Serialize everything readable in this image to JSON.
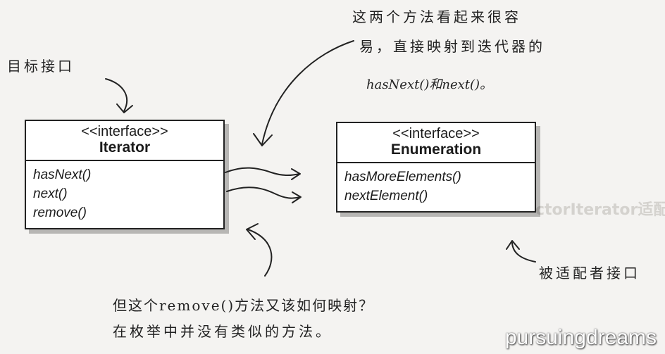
{
  "labels": {
    "target_interface": "目标接口",
    "adaptee_interface": "被适配者接口",
    "top_note_line1": "这两个方法看起来很容",
    "top_note_line2": "易，直接映射到迭代器的",
    "top_note_line3": "hasNext()和next()。",
    "bottom_note_line1": "但这个remove()方法又该如何映射？",
    "bottom_note_line2": "在枚举中并没有类似的方法。"
  },
  "iterator": {
    "stereotype": "<<interface>>",
    "name": "Iterator",
    "methods": [
      "hasNext()",
      "next()",
      "remove()"
    ]
  },
  "enumeration": {
    "stereotype": "<<interface>>",
    "name": "Enumeration",
    "methods": [
      "hasMoreElements()",
      "nextElement()"
    ]
  },
  "background": {
    "heading": "ctorIterator适配器"
  },
  "watermark": "pursuingdreams",
  "colors": {
    "ink": "#222222",
    "paper": "#f4f3f1",
    "bleed": "#d4d2ce"
  }
}
